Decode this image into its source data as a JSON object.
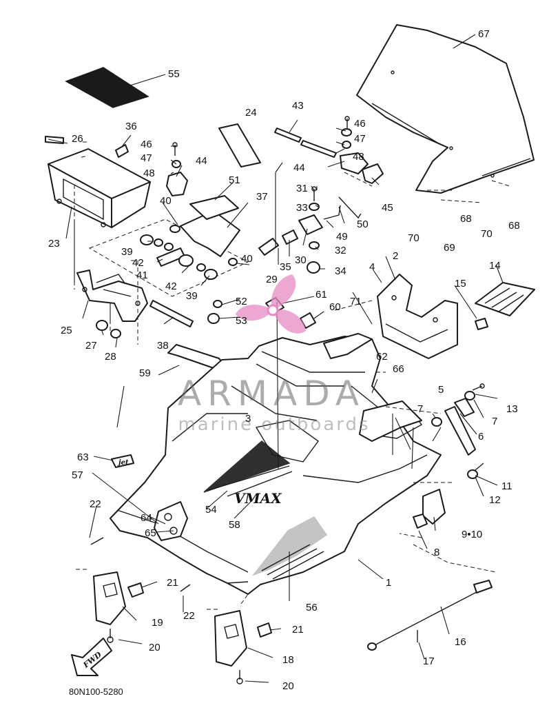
{
  "diagram": {
    "part_numbers": [
      "1",
      "2",
      "3",
      "4",
      "5",
      "6",
      "7",
      "8",
      "9•10",
      "11",
      "12",
      "13",
      "14",
      "15",
      "16",
      "17",
      "18",
      "19",
      "20",
      "21",
      "22",
      "23",
      "24",
      "25",
      "26",
      "27",
      "28",
      "29",
      "30",
      "31",
      "32",
      "33",
      "34",
      "35",
      "36",
      "37",
      "38",
      "39",
      "40",
      "41",
      "42",
      "43",
      "44",
      "45",
      "46",
      "47",
      "48",
      "49",
      "50",
      "51",
      "52",
      "53",
      "54",
      "55",
      "56",
      "57",
      "58",
      "59",
      "60",
      "61",
      "62",
      "63",
      "64",
      "65",
      "66",
      "67",
      "68",
      "69",
      "70",
      "71"
    ],
    "drawing_code": "80N100-5280",
    "decals": {
      "vmax": "VMAX",
      "fwd": "FWD",
      "jet": "jet"
    }
  },
  "watermark": {
    "brand": "ARMADA",
    "tagline": "marine outboards",
    "logo_color": "#e78ac4"
  }
}
